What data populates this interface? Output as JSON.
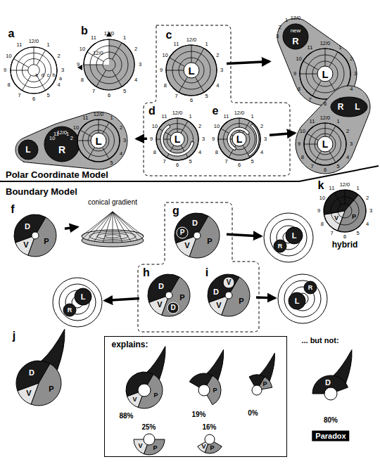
{
  "diagram": {
    "nodes": [
      {
        "text": [
          "a"
        ]
      },
      {
        "text": [
          "b"
        ]
      },
      {
        "text": [
          "c",
          "L"
        ]
      },
      {
        "text": [
          "new",
          "R",
          "L"
        ]
      },
      {
        "text": [
          "L",
          "R",
          "L"
        ]
      },
      {
        "text": [
          "d",
          "L"
        ]
      },
      {
        "text": [
          "e",
          "L"
        ]
      },
      {
        "text": [
          "R",
          "L",
          "L"
        ]
      },
      {
        "text": [
          "k",
          "V",
          "P",
          "hybrid"
        ]
      },
      {
        "text": [
          "f",
          "D",
          "V",
          "P"
        ]
      },
      {
        "text": [
          "conical gradient"
        ]
      },
      {
        "text": [
          "g",
          "D",
          "P",
          "V",
          "P"
        ]
      },
      {
        "text": [
          "R",
          "L"
        ]
      },
      {
        "text": [
          "L",
          "R"
        ]
      },
      {
        "text": [
          "h",
          "D",
          "V",
          "P",
          "D"
        ]
      },
      {
        "text": [
          "i",
          "D",
          "V",
          "V",
          "P"
        ]
      },
      {
        "text": [
          "R",
          "L"
        ]
      },
      {
        "text": [
          "j",
          "D",
          "V",
          "P"
        ]
      },
      {
        "text": [
          "explains:"
        ]
      },
      {
        "text": [
          "V",
          "P",
          "88%"
        ],
        "in": 18
      },
      {
        "text": [
          "P",
          "19%"
        ],
        "in": 18
      },
      {
        "text": [
          "P",
          "0%"
        ],
        "in": 18
      },
      {
        "text": [
          "V",
          "P",
          "25%"
        ],
        "in": 18
      },
      {
        "text": [
          "V",
          "P",
          "16%"
        ],
        "in": 18
      },
      {
        "text": [
          "D",
          "80%",
          "Paradox"
        ]
      }
    ],
    "edges": [
      {
        "from": 2,
        "to": 3,
        "arrow": "to"
      },
      {
        "from": 5,
        "to": 4,
        "arrow": "to"
      },
      {
        "from": 6,
        "to": 7,
        "arrow": "to"
      },
      {
        "from": 9,
        "to": 10,
        "arrow": "to"
      },
      {
        "from": 11,
        "to": 12,
        "arrow": "to"
      },
      {
        "from": 14,
        "to": 13,
        "arrow": "to"
      },
      {
        "from": 15,
        "to": 16,
        "arrow": "to"
      }
    ],
    "labels": [
      "Polar Coordinate Model",
      "Boundary Model",
      "... but not:",
      "a",
      "b",
      "c",
      "d",
      "e",
      "12/0",
      "1",
      "2",
      "3",
      "4",
      "5",
      "6",
      "7",
      "8",
      "9",
      "10",
      "11",
      "12/0",
      "1",
      "2",
      "3",
      "4",
      "5",
      "6",
      "7",
      "8",
      "9",
      "10",
      "11",
      "12/0",
      "12/0",
      "1",
      "2",
      "3",
      "4",
      "5",
      "6",
      "7",
      "8",
      "9",
      "10",
      "11",
      "12/0",
      "1",
      "2",
      "3",
      "4",
      "5",
      "6",
      "7",
      "8",
      "9",
      "10",
      "11",
      "12/0",
      "1",
      "2",
      "3",
      "10",
      "11",
      "12/0",
      "1",
      "2",
      "10",
      "11",
      "12/0",
      "1",
      "2",
      "3",
      "4",
      "5",
      "12/0",
      "1",
      "2",
      "3",
      "4",
      "5",
      "6",
      "7",
      "8",
      "9",
      "10",
      "11",
      "12/0",
      "1",
      "2",
      "3",
      "4",
      "5",
      "6",
      "7",
      "8",
      "9",
      "10",
      "11",
      "12/0",
      "1",
      "2",
      "3",
      "4",
      "5",
      "6",
      "7",
      "8",
      "9",
      "10",
      "11",
      "12/0",
      "1",
      "2",
      "3",
      "4",
      "5",
      "6",
      "7",
      "8",
      "9",
      "10",
      "11"
    ]
  }
}
